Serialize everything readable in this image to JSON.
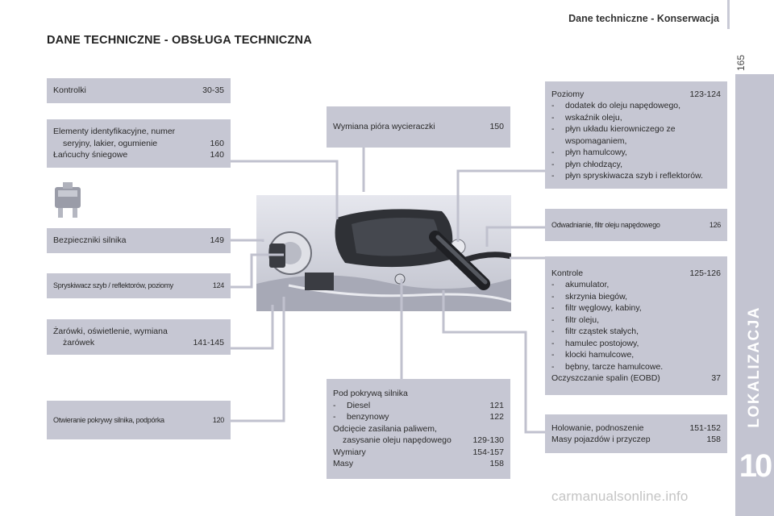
{
  "header": {
    "title": "Dane techniczne - Konserwacja",
    "page_number": "165"
  },
  "section_title": "DANE TECHNICZNE - OBSŁUGA TECHNICZNA",
  "side_tab": {
    "label": "LOKALIZACJA",
    "chapter": "10"
  },
  "left": {
    "kontrolki": {
      "label": "Kontrolki",
      "pages": "30-35"
    },
    "elementy": {
      "line1": "Elementy identyfikacyjne, numer",
      "line2": "seryjny, lakier, ogumienie",
      "line2_pages": "160",
      "line3": "Łańcuchy śniegowe",
      "line3_pages": "140"
    },
    "bezpieczniki": {
      "label": "Bezpieczniki silnika",
      "pages": "149"
    },
    "spryskiwacz": {
      "label": "Spryskiwacz szyb / reflektorów, poziomy",
      "pages": "124"
    },
    "zarowki": {
      "line1": "Żarówki, oświetlenie, wymiana",
      "line2": "żarówek",
      "pages": "141-145"
    },
    "otwieranie": {
      "label": "Otwieranie pokrywy silnika, podpórka",
      "pages": "120"
    }
  },
  "center": {
    "wycieraczki": {
      "label": "Wymiana pióra wycieraczki",
      "pages": "150"
    },
    "pokrywa": {
      "title": "Pod pokrywą silnika",
      "items": [
        {
          "label": "Diesel",
          "pages": "121"
        },
        {
          "label": "benzynowy",
          "pages": "122"
        }
      ],
      "odciecie": "Odcięcie zasilania paliwem,",
      "zasysanie": "zasysanie oleju napędowego",
      "zasysanie_pages": "129-130",
      "wymiary": "Wymiary",
      "wymiary_pages": "154-157",
      "masy": "Masy",
      "masy_pages": "158"
    }
  },
  "right": {
    "poziomy": {
      "title": "Poziomy",
      "pages": "123-124",
      "items": [
        "dodatek do oleju napędowego,",
        "wskaźnik oleju,",
        "płyn układu kierowniczego ze wspomaganiem,",
        "płyn hamulcowy,",
        "płyn chłodzący,",
        "płyn spryskiwacza szyb i reflektorów."
      ]
    },
    "odwadnianie": {
      "label": "Odwadnianie, filtr oleju napędowego",
      "pages": "126"
    },
    "kontrole": {
      "title": "Kontrole",
      "pages": "125-126",
      "items": [
        "akumulator,",
        "skrzynia biegów,",
        "filtr węglowy, kabiny,",
        "filtr oleju,",
        "filtr cząstek stałych,",
        "hamulec postojowy,",
        "klocki hamulcowe,",
        "bębny, tarcze hamulcowe."
      ],
      "eobd": "Oczyszczanie spalin (EOBD)",
      "eobd_pages": "37"
    },
    "holowanie": {
      "line1": "Holowanie, podnoszenie",
      "line1_pages": "151-152",
      "line2": "Masy pojazdów i przyczep",
      "line2_pages": "158"
    }
  },
  "watermark": "carmanualsonline.info",
  "colors": {
    "box": "#c6c7d3",
    "tab": "#c3c4d1",
    "line": "#c0c1ce"
  }
}
